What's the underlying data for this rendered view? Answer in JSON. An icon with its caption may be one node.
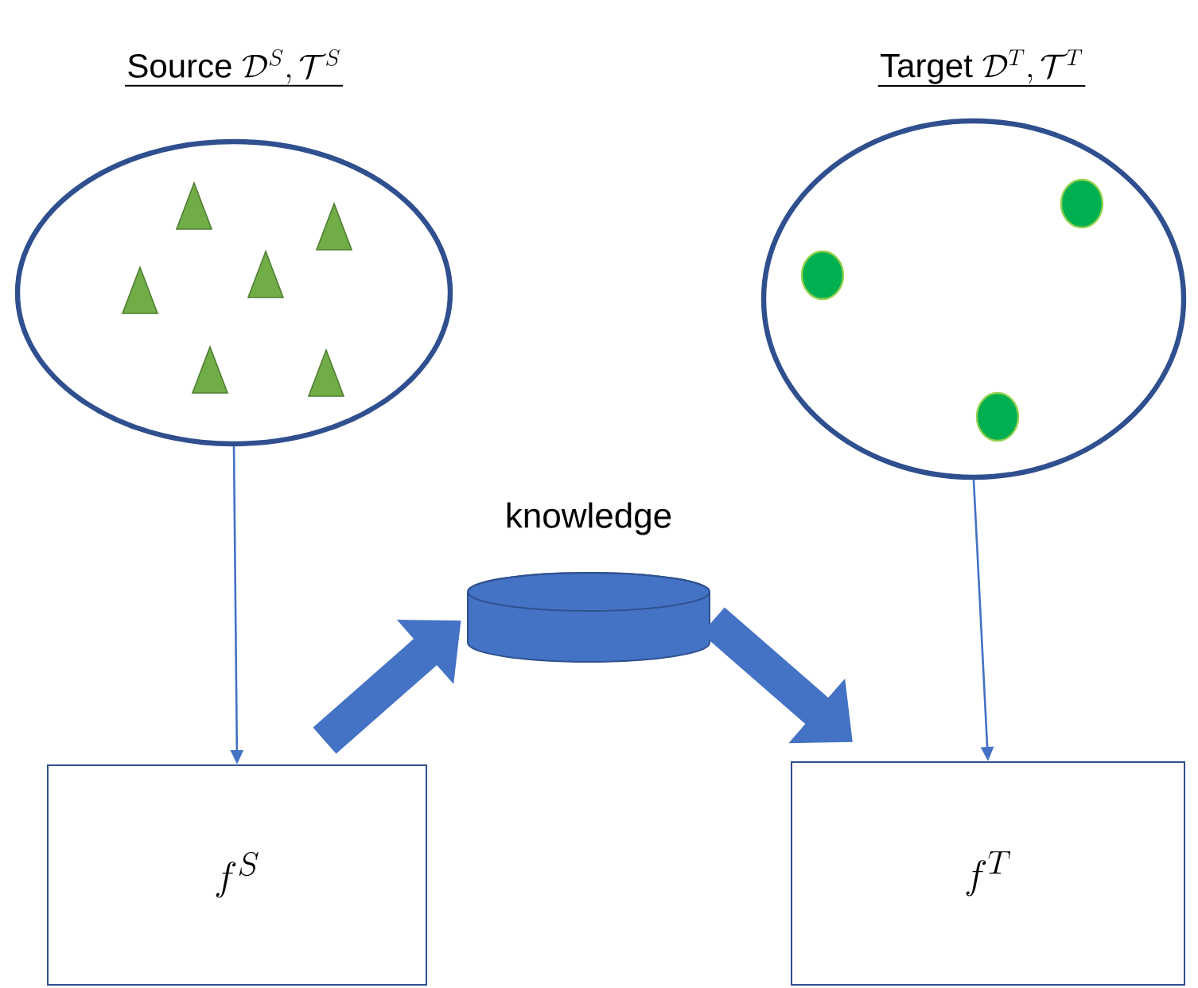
{
  "diagram": {
    "nodes": [
      {
        "text": [
          "Source",
          "\\mathcal{D}^S, \\mathcal{T}^S"
        ]
      },
      {
        "text": [
          "Target",
          "\\mathcal{D}^T, \\mathcal{T}^T"
        ]
      },
      {
        "text": [
          "knowledge"
        ]
      },
      {
        "text": [
          "f^S"
        ]
      },
      {
        "text": [
          "f^T"
        ]
      }
    ],
    "edges": [
      {
        "from": 0,
        "to": 3,
        "arrow": "to"
      },
      {
        "from": 1,
        "to": 4,
        "arrow": "to"
      },
      {
        "from": 3,
        "to": 2,
        "arrow": "to",
        "style": "thick"
      },
      {
        "from": 2,
        "to": 4,
        "arrow": "to",
        "style": "thick"
      }
    ]
  }
}
